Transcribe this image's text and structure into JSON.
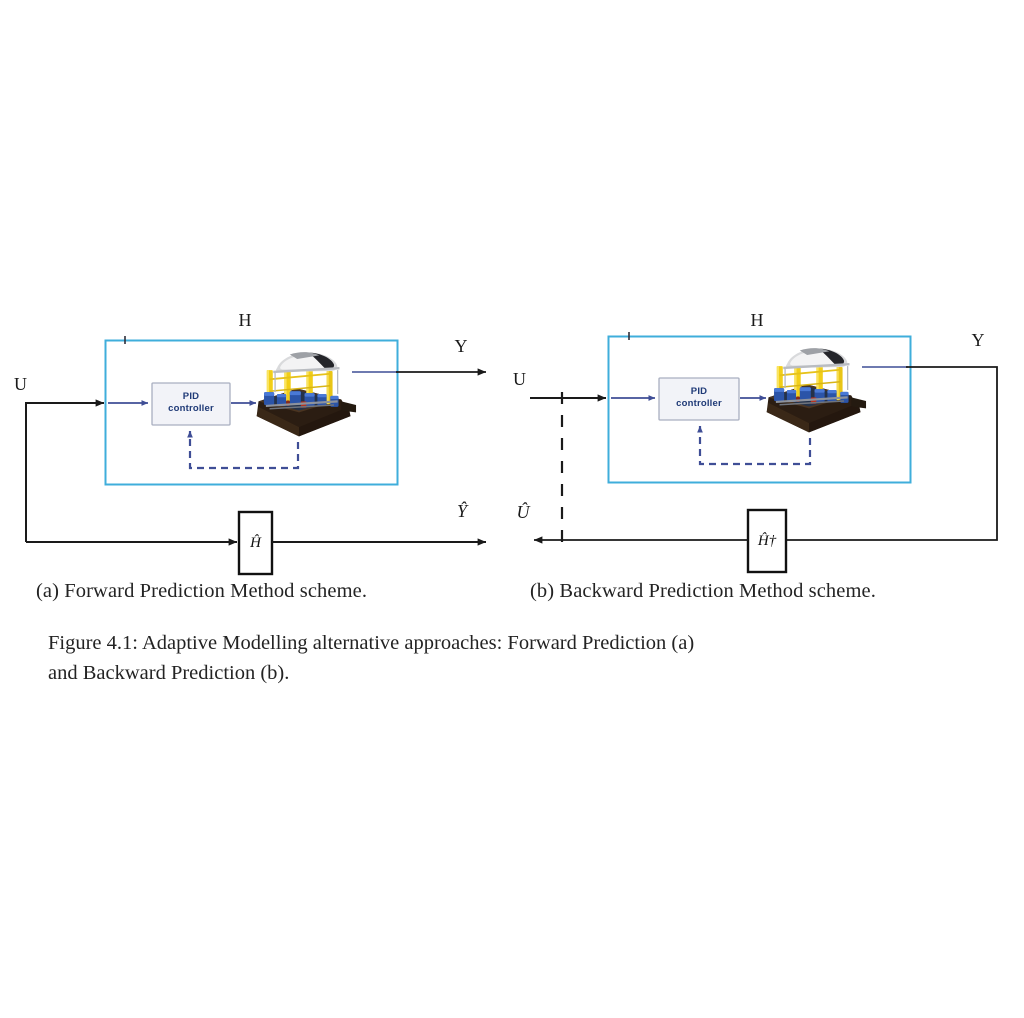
{
  "figure": {
    "number": "Figure 4.1:",
    "caption_line_1": "Figure 4.1:  Adaptive Modelling alternative approaches:  Forward Prediction (a)",
    "caption_line_2": "and Backward Prediction (b).",
    "subcaption_a": "(a) Forward Prediction Method scheme.",
    "subcaption_b": "(b) Backward Prediction Method scheme."
  },
  "colors": {
    "plant_box_border": "#3FAEDB",
    "pid_box_border": "#A9AFC0",
    "pid_box_fill": "#F2F3F8",
    "pid_text": "#1F3A77",
    "signal_blue": "#3F4E96",
    "wire_black": "#1A1A1A",
    "page_background": "#FFFFFF"
  },
  "scheme_a": {
    "id": "forward-prediction",
    "plant_box_label": "H",
    "input_label": "U",
    "output_label": "Y",
    "estimate_label": "Ŷ",
    "model_block_label": "Ĥ",
    "controller": {
      "line1": "PID",
      "line2": "controller"
    },
    "equipment_name": "subsea-manifold-photo"
  },
  "scheme_b": {
    "id": "backward-prediction",
    "plant_box_label": "H",
    "input_label": "U",
    "output_label": "Y",
    "estimate_label": "Û",
    "model_block_label": "Ĥ†",
    "controller": {
      "line1": "PID",
      "line2": "controller"
    },
    "equipment_name": "subsea-manifold-photo"
  }
}
